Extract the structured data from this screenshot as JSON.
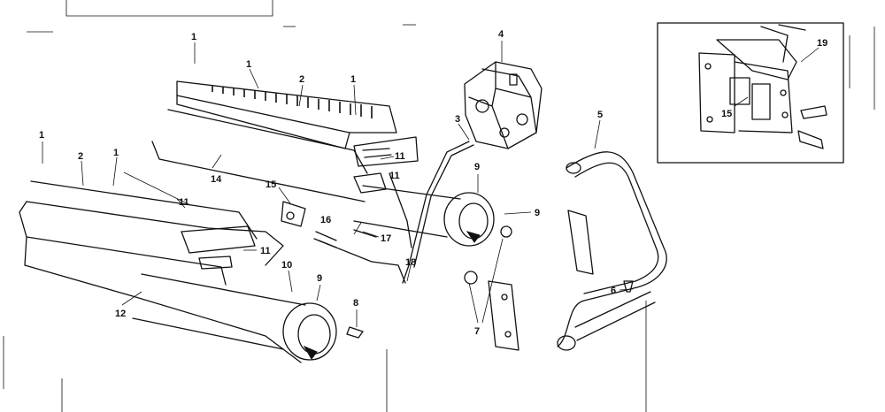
{
  "diagram": {
    "callouts": {
      "c1a": "1",
      "c1b": "1",
      "c1c": "1",
      "c1d": "1",
      "c1e": "1",
      "c2a": "2",
      "c2b": "2",
      "c3": "3",
      "c4": "4",
      "c5": "5",
      "c6": "6",
      "c7": "7",
      "c8": "8",
      "c9a": "9",
      "c9b": "9",
      "c9c": "9",
      "c10": "10",
      "c11a": "11",
      "c11b": "11",
      "c11c": "11",
      "c11d": "11",
      "c12": "12",
      "c14": "14",
      "c15a": "15",
      "c15b": "15",
      "c16": "16",
      "c17": "17",
      "c18": "18",
      "c19": "19"
    }
  }
}
